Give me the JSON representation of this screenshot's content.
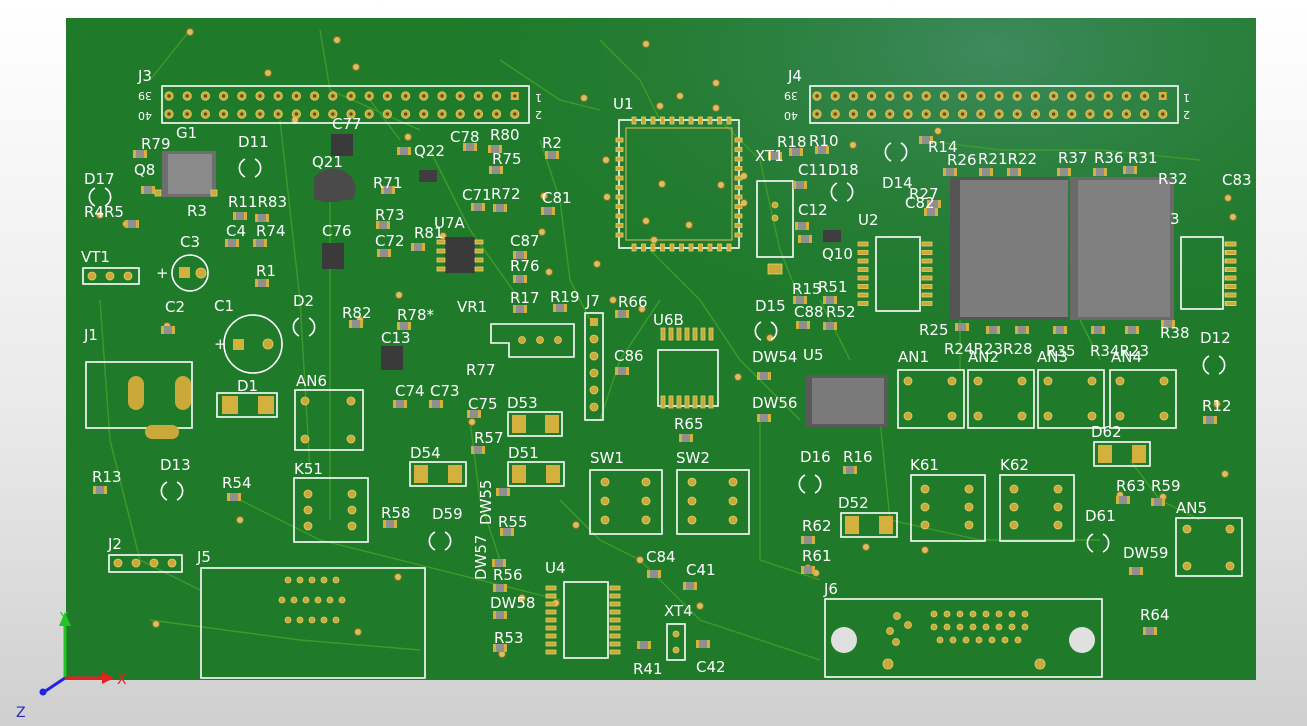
{
  "board": {
    "colors": {
      "soldermask": "#1f7a2a",
      "copper": "#c9a93a",
      "silkscreen": "#ffffff",
      "trace": "#3f9a2b"
    }
  },
  "labels": {
    "J3": "J3",
    "J4": "J4",
    "J1": "J1",
    "J2": "J2",
    "J5": "J5",
    "J6": "J6",
    "J7": "J7",
    "U1": "U1",
    "U2": "U2",
    "U4": "U4",
    "U5": "U5",
    "U6B": "U6B",
    "U7A": "U7A",
    "G1": "G1",
    "Q8": "Q8",
    "Q10": "Q10",
    "Q21": "Q21",
    "Q22": "Q22",
    "C1": "C1",
    "C2": "C2",
    "C3": "C3",
    "C4": "C4",
    "C11": "C11",
    "C12": "C12",
    "C13": "C13",
    "C41": "C41",
    "C42": "C42",
    "C71": "C71",
    "C72": "C72",
    "C73": "C73",
    "C74": "C74",
    "C75": "C75",
    "C76": "C76",
    "C77": "C77",
    "C78": "C78",
    "C81": "C81",
    "C82": "C82",
    "C83": "C83",
    "C84": "C84",
    "C86": "C86",
    "C87": "C87",
    "C88": "C88",
    "D1": "D1",
    "D2": "D2",
    "D11": "D11",
    "D12": "D12",
    "D13": "D13",
    "D14": "D14",
    "D15": "D15",
    "D16": "D16",
    "D17": "D17",
    "D18": "D18",
    "D51": "D51",
    "D52": "D52",
    "D53": "D53",
    "D54": "D54",
    "D59": "D59",
    "D61": "D61",
    "D62": "D62",
    "DW54": "DW54",
    "DW55": "DW55",
    "DW56": "DW56",
    "DW57": "DW57",
    "DW58": "DW58",
    "DW59": "DW59",
    "R1": "R1",
    "R2": "R2",
    "R3": "R3",
    "R4R5": "R4R5",
    "R10": "R10",
    "R11R83": "R11R83",
    "R12": "R12",
    "R13": "R13",
    "R14": "R14",
    "R15": "R15",
    "R16": "R16",
    "R17": "R17",
    "R18": "R18",
    "R19": "R19",
    "R21R22": "R21R22",
    "R24R23R28": "R24R23R28",
    "R25": "R25",
    "R26": "R26",
    "R27": "R27",
    "R31": "R31",
    "R32": "R32",
    "R34R23": "R34R23",
    "R35": "R35",
    "R36": "R36",
    "R37": "R37",
    "R38": "R38",
    "R41": "R41",
    "R51": "R51",
    "R52": "R52",
    "R53": "R53",
    "R54": "R54",
    "R55": "R55",
    "R56": "R56",
    "R57": "R57",
    "R58": "R58",
    "R59": "R59",
    "R61": "R61",
    "R62": "R62",
    "R63": "R63",
    "R64": "R64",
    "R65": "R65",
    "R66": "R66",
    "R71": "R71",
    "R72": "R72",
    "R73": "R73",
    "R74": "R74",
    "R75": "R75",
    "R76": "R76",
    "R77": "R77",
    "R78": "R78*",
    "R79": "R79",
    "R80": "R80",
    "R81": "R81",
    "R82": "R82",
    "R13b": "3",
    "AN1": "AN1",
    "AN2": "AN2",
    "AN3": "AN3",
    "AN4": "AN4",
    "AN5": "AN5",
    "AN6": "AN6",
    "K51": "K51",
    "K61": "K61",
    "K62": "K62",
    "SW1": "SW1",
    "SW2": "SW2",
    "VR1": "VR1",
    "VT1": "VT1",
    "XT1": "XT1",
    "XT4": "XT4",
    "J3_pin39": "39",
    "J3_pin40": "40",
    "J3_pin1": "1",
    "J3_pin2": "2",
    "J4_pin39": "39",
    "J4_pin40": "40",
    "J4_pin1": "1",
    "J4_pin2": "2",
    "plus1": "+",
    "plus2": "+"
  },
  "axes": {
    "x": "X",
    "y": "Y",
    "z": "Z"
  }
}
